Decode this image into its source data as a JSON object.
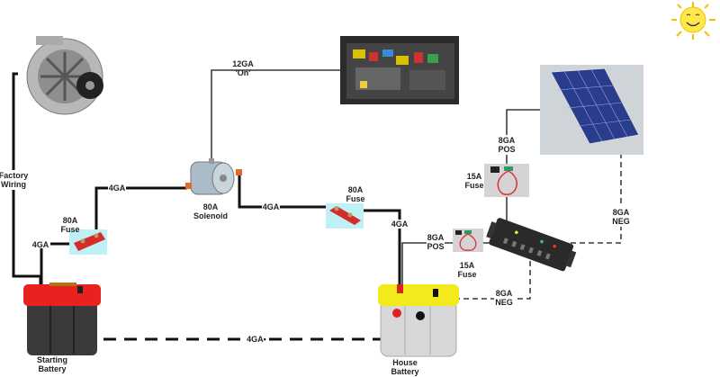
{
  "labels": {
    "factory_wiring": [
      "Factory",
      "Wiring"
    ],
    "start_4ga": "4GA",
    "fuse1": [
      "80A",
      "Fuse"
    ],
    "fuse1_to_solenoid": "4GA",
    "solenoid": [
      "80A",
      "Solenoid"
    ],
    "ignition": [
      "12GA",
      "'On'"
    ],
    "solenoid_to_fuse2": "4GA",
    "fuse2": [
      "80A",
      "Fuse"
    ],
    "fuse2_to_house": "4GA",
    "ground_link": "4GA•",
    "starting_battery": [
      "Starting",
      "Battery"
    ],
    "house_battery": [
      "House",
      "Battery"
    ],
    "house_pos": [
      "8GA",
      "POS"
    ],
    "house_fuse": [
      "15A",
      "Fuse"
    ],
    "panel_pos": [
      "8GA",
      "POS"
    ],
    "panel_fuse": [
      "15A",
      "Fuse"
    ],
    "panel_neg": [
      "8GA",
      "NEG"
    ],
    "controller_neg": [
      "8GA",
      "NEG"
    ]
  },
  "colors": {
    "fuse_highlight": "#bff0f5",
    "starting_battery_top": "#e8231f",
    "house_battery_top": "#f2ea1a",
    "battery_body": "#3a3a3a",
    "house_battery_body": "#d8d8d8",
    "solar_cell": "#2a3c8c",
    "sun": "#ffe84a"
  }
}
